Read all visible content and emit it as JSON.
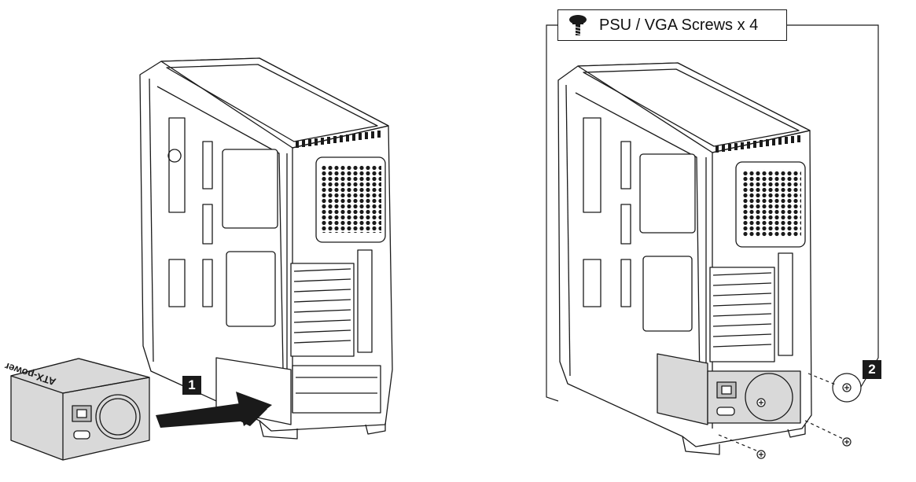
{
  "step_badges": {
    "step1": "1",
    "step2": "2"
  },
  "callout": {
    "label": "PSU / VGA Screws x 4",
    "icon": "screw-icon"
  },
  "psu_label": "ATX-power",
  "colors": {
    "ink": "#1a1a1a",
    "psu_fill": "#d9d9d9",
    "badge_bg": "#1a1a1a",
    "badge_text": "#ffffff"
  }
}
